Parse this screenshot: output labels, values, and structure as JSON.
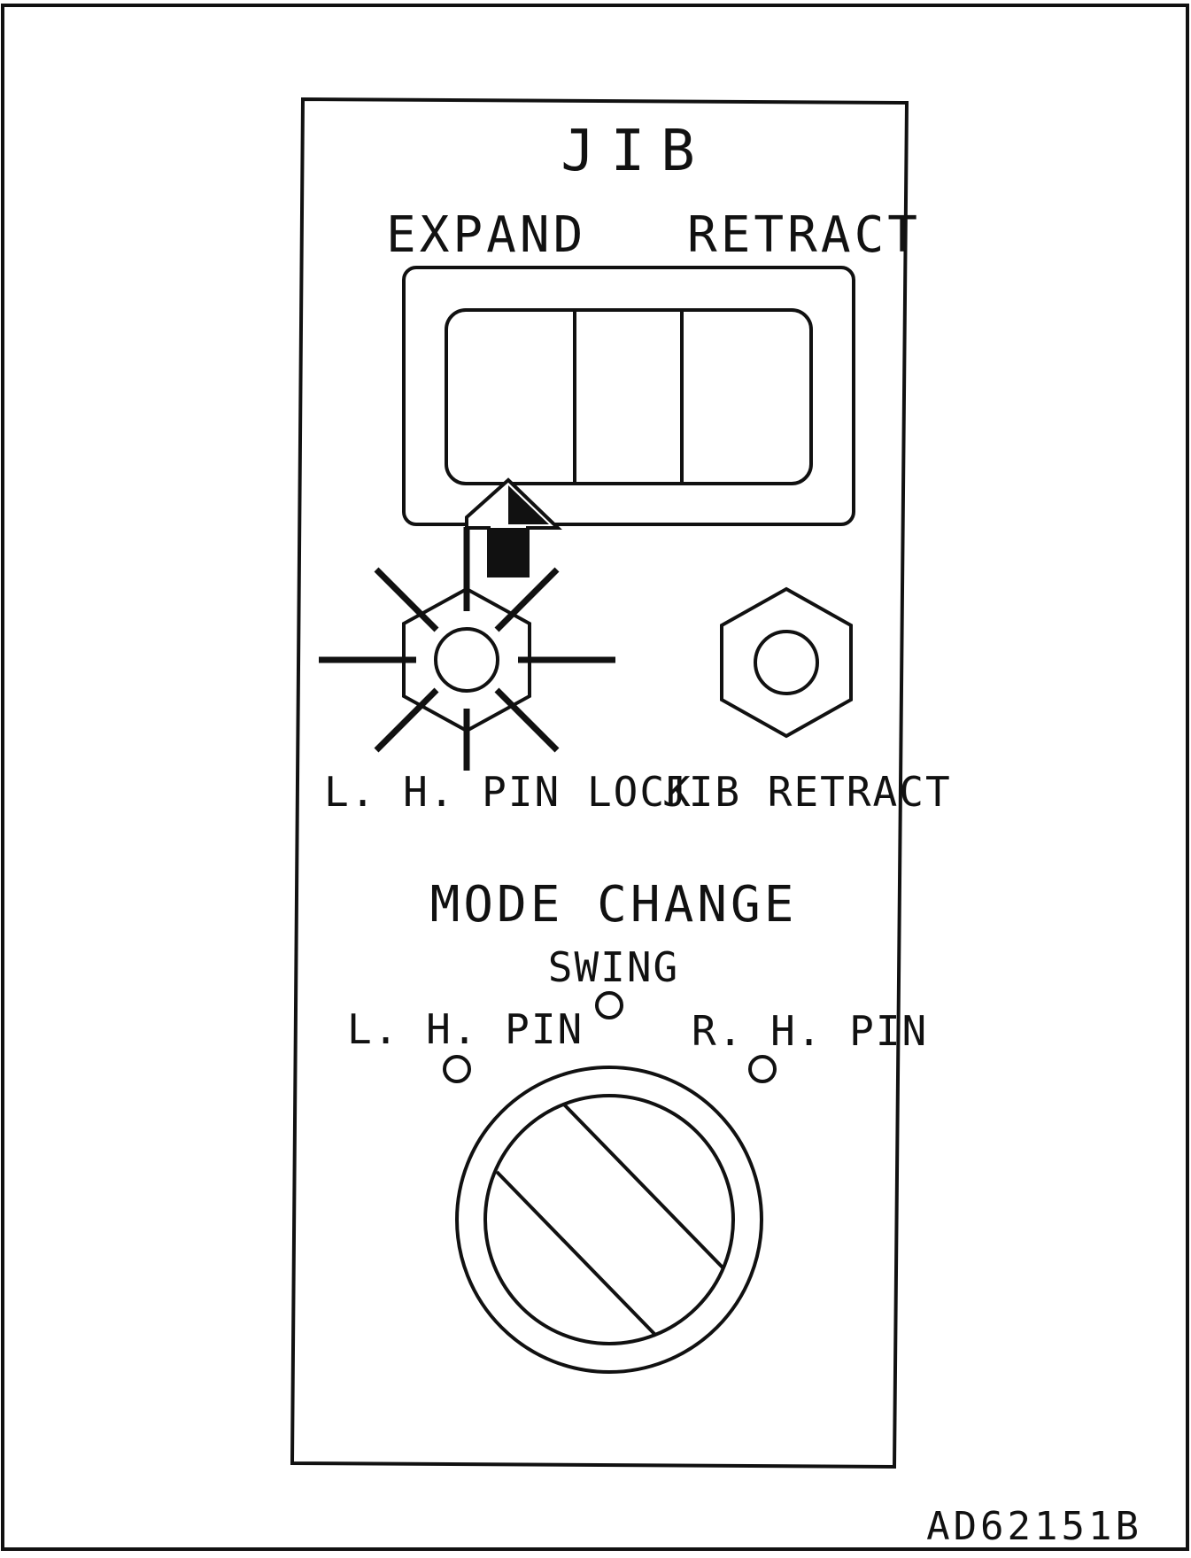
{
  "panel": {
    "title": "JIB",
    "switch_left_label": "EXPAND",
    "switch_right_label": "RETRACT",
    "lamp_left_label": "L. H. PIN LOCK",
    "lamp_right_label": "JIB RETRACT",
    "mode_title": "MODE CHANGE",
    "mode_top_label": "SWING",
    "mode_left_label": "L. H. PIN",
    "mode_right_label": "R. H. PIN"
  },
  "figure_code": "AD62151B",
  "colors": {
    "ink": "#111111",
    "paper": "#ffffff"
  },
  "icons": {
    "lamp_left": "illuminated-lamp-icon",
    "lamp_right": "lamp-icon",
    "arrow": "up-arrow-icon",
    "dial": "rotary-selector-icon"
  }
}
